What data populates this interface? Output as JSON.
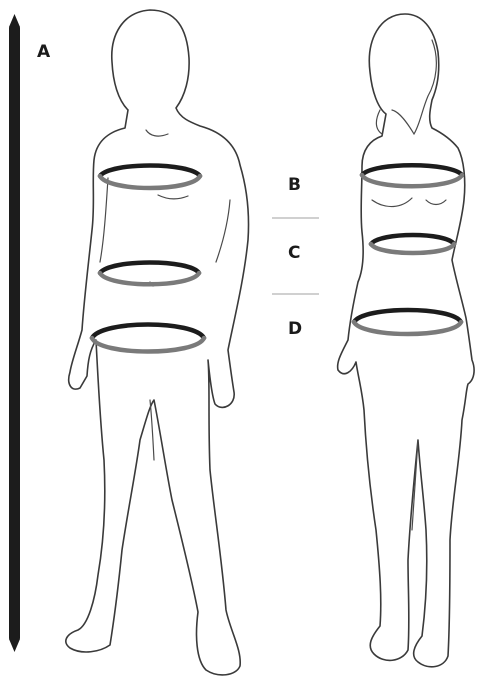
{
  "labels": {
    "height": "A",
    "chest": "B",
    "waist": "C",
    "hips": "D"
  },
  "colors": {
    "band_dark": "#1c1c1c",
    "band_light": "#7a7a7a",
    "ruler": "#1c1c1c"
  }
}
